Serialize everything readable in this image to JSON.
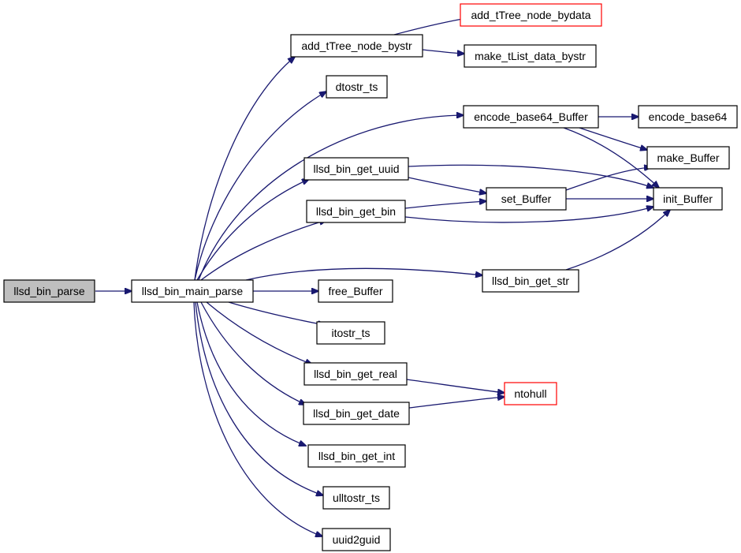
{
  "graph": {
    "colors": {
      "edge": "#191970",
      "node_border": "#000000",
      "node_fill": "#ffffff",
      "root_fill": "#bfbfbf",
      "truncated_border": "#ff0000"
    },
    "nodes": [
      {
        "id": "llsd_bin_parse",
        "label": "llsd_bin_parse",
        "style": "root"
      },
      {
        "id": "llsd_bin_main_parse",
        "label": "llsd_bin_main_parse",
        "style": "normal"
      },
      {
        "id": "add_tTree_node_bystr",
        "label": "add_tTree_node_bystr",
        "style": "normal"
      },
      {
        "id": "add_tTree_node_bydata",
        "label": "add_tTree_node_bydata",
        "style": "truncated"
      },
      {
        "id": "make_tList_data_bystr",
        "label": "make_tList_data_bystr",
        "style": "normal"
      },
      {
        "id": "dtostr_ts",
        "label": "dtostr_ts",
        "style": "normal"
      },
      {
        "id": "encode_base64_Buffer",
        "label": "encode_base64_Buffer",
        "style": "normal"
      },
      {
        "id": "encode_base64",
        "label": "encode_base64",
        "style": "normal"
      },
      {
        "id": "make_Buffer",
        "label": "make_Buffer",
        "style": "normal"
      },
      {
        "id": "llsd_bin_get_uuid",
        "label": "llsd_bin_get_uuid",
        "style": "normal"
      },
      {
        "id": "set_Buffer",
        "label": "set_Buffer",
        "style": "normal"
      },
      {
        "id": "init_Buffer",
        "label": "init_Buffer",
        "style": "normal"
      },
      {
        "id": "llsd_bin_get_bin",
        "label": "llsd_bin_get_bin",
        "style": "normal"
      },
      {
        "id": "llsd_bin_get_str",
        "label": "llsd_bin_get_str",
        "style": "normal"
      },
      {
        "id": "free_Buffer",
        "label": "free_Buffer",
        "style": "normal"
      },
      {
        "id": "itostr_ts",
        "label": "itostr_ts",
        "style": "normal"
      },
      {
        "id": "llsd_bin_get_real",
        "label": "llsd_bin_get_real",
        "style": "normal"
      },
      {
        "id": "ntohull",
        "label": "ntohull",
        "style": "truncated"
      },
      {
        "id": "llsd_bin_get_date",
        "label": "llsd_bin_get_date",
        "style": "normal"
      },
      {
        "id": "llsd_bin_get_int",
        "label": "llsd_bin_get_int",
        "style": "normal"
      },
      {
        "id": "ulltostr_ts",
        "label": "ulltostr_ts",
        "style": "normal"
      },
      {
        "id": "uuid2guid",
        "label": "uuid2guid",
        "style": "normal"
      }
    ],
    "edges": [
      {
        "from": "llsd_bin_parse",
        "to": "llsd_bin_main_parse"
      },
      {
        "from": "llsd_bin_main_parse",
        "to": "add_tTree_node_bystr"
      },
      {
        "from": "llsd_bin_main_parse",
        "to": "dtostr_ts"
      },
      {
        "from": "llsd_bin_main_parse",
        "to": "encode_base64_Buffer"
      },
      {
        "from": "llsd_bin_main_parse",
        "to": "llsd_bin_get_uuid"
      },
      {
        "from": "llsd_bin_main_parse",
        "to": "llsd_bin_get_bin"
      },
      {
        "from": "llsd_bin_main_parse",
        "to": "llsd_bin_get_str"
      },
      {
        "from": "llsd_bin_main_parse",
        "to": "free_Buffer"
      },
      {
        "from": "llsd_bin_main_parse",
        "to": "itostr_ts"
      },
      {
        "from": "llsd_bin_main_parse",
        "to": "llsd_bin_get_real"
      },
      {
        "from": "llsd_bin_main_parse",
        "to": "llsd_bin_get_date"
      },
      {
        "from": "llsd_bin_main_parse",
        "to": "llsd_bin_get_int"
      },
      {
        "from": "llsd_bin_main_parse",
        "to": "ulltostr_ts"
      },
      {
        "from": "llsd_bin_main_parse",
        "to": "uuid2guid"
      },
      {
        "from": "add_tTree_node_bystr",
        "to": "add_tTree_node_bydata"
      },
      {
        "from": "add_tTree_node_bystr",
        "to": "make_tList_data_bystr"
      },
      {
        "from": "encode_base64_Buffer",
        "to": "encode_base64"
      },
      {
        "from": "encode_base64_Buffer",
        "to": "make_Buffer"
      },
      {
        "from": "encode_base64_Buffer",
        "to": "init_Buffer"
      },
      {
        "from": "llsd_bin_get_uuid",
        "to": "set_Buffer"
      },
      {
        "from": "llsd_bin_get_uuid",
        "to": "init_Buffer"
      },
      {
        "from": "set_Buffer",
        "to": "make_Buffer"
      },
      {
        "from": "set_Buffer",
        "to": "init_Buffer"
      },
      {
        "from": "llsd_bin_get_bin",
        "to": "set_Buffer"
      },
      {
        "from": "llsd_bin_get_bin",
        "to": "init_Buffer"
      },
      {
        "from": "llsd_bin_get_str",
        "to": "init_Buffer"
      },
      {
        "from": "llsd_bin_get_real",
        "to": "ntohull"
      },
      {
        "from": "llsd_bin_get_date",
        "to": "ntohull"
      }
    ]
  }
}
